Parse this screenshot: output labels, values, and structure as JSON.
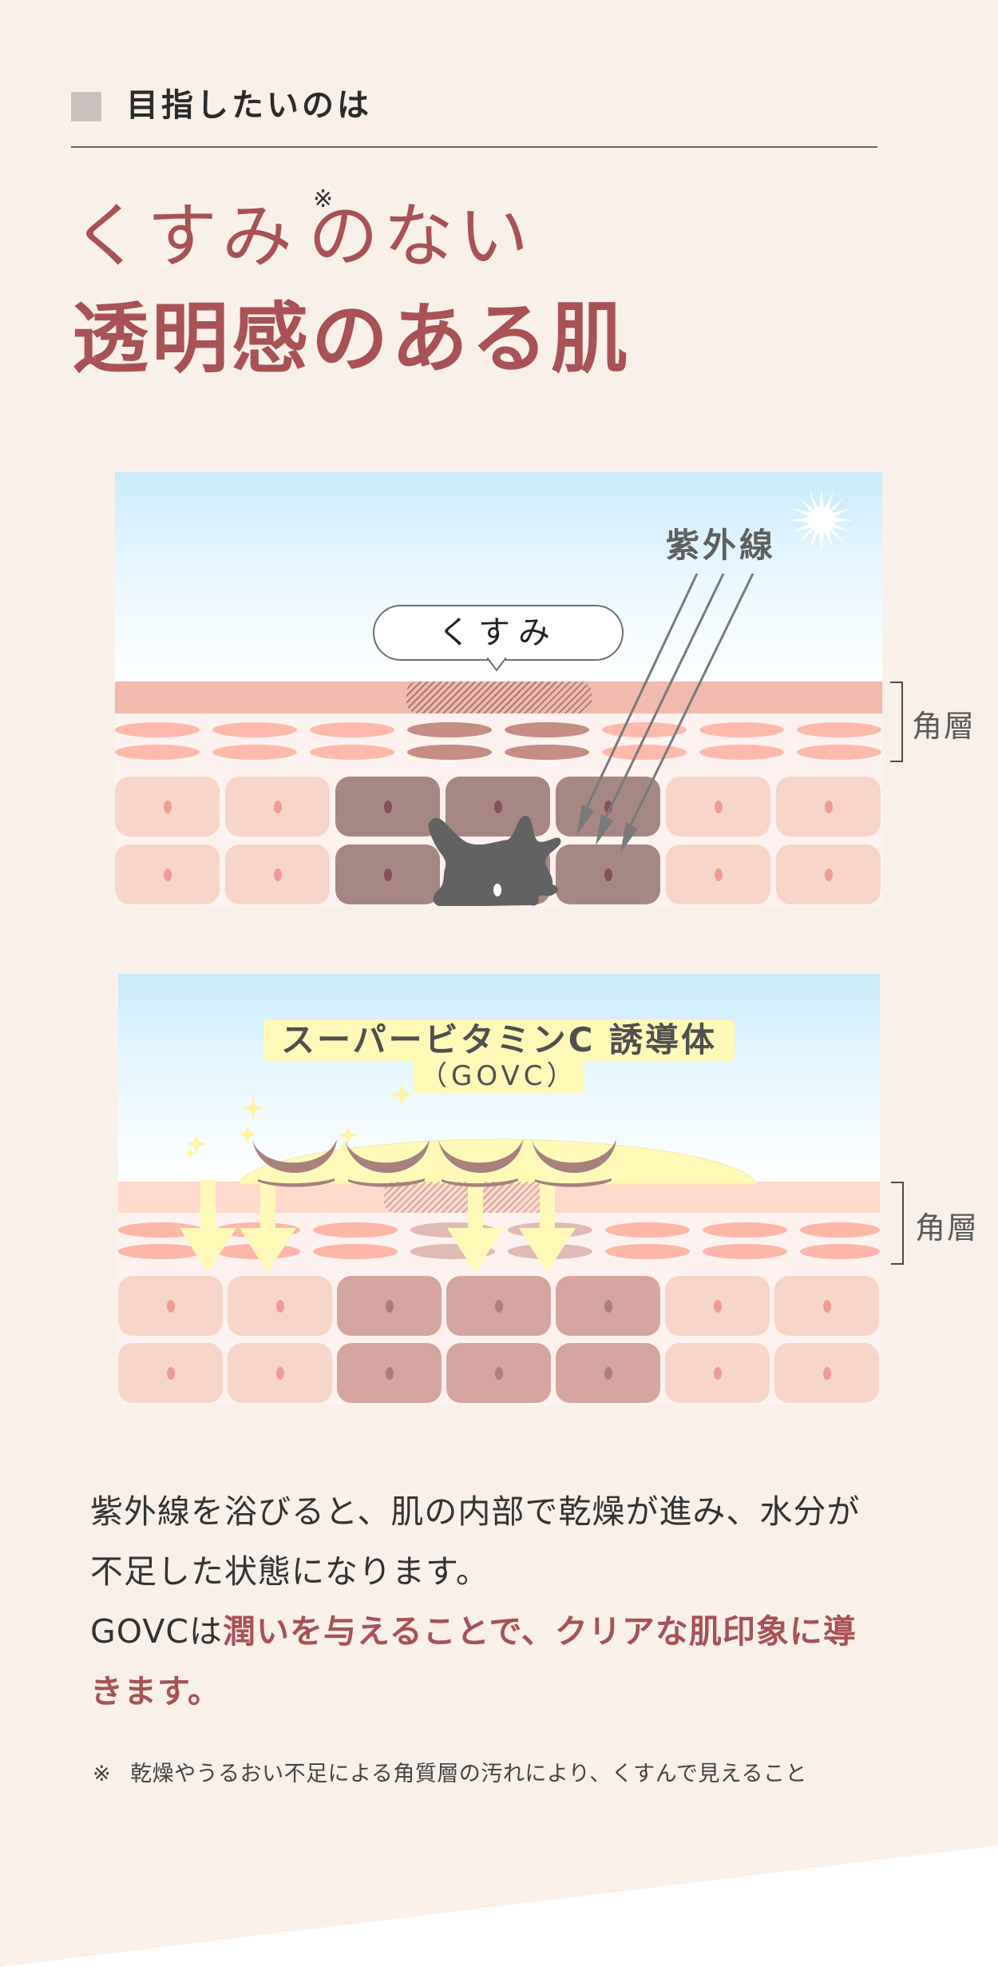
{
  "section": {
    "label": "目指したいのは"
  },
  "headline": {
    "line1_part1": "くすみ",
    "line1_note": "※",
    "line1_part2": "のない",
    "line2": "透明感のある肌"
  },
  "diagram_before": {
    "uv_label": "紫外線",
    "bubble_label": "くすみ",
    "layer_label": "角層",
    "icons": [
      "sun-icon",
      "uv-arrow-icon",
      "melanocyte-icon"
    ]
  },
  "diagram_after": {
    "title": "スーパービタミンC 誘導体",
    "subtitle": "（GOVC）",
    "layer_label": "角層",
    "icons": [
      "sparkle-icon",
      "moisture-arrow-icon",
      "lift-crescent-icon"
    ]
  },
  "body": {
    "line1": "紫外線を浴びると、肌の内部で乾燥が進み、水分が",
    "line2": "不足した状態になります。",
    "line3_prefix": "GOVCは",
    "line3_emphasis": "潤いを与えることで、クリアな肌印象に導",
    "line4_emphasis": "きます。"
  },
  "footnote": {
    "mark": "※",
    "text": "乾燥やうるおい不足による角質層の汚れにより、くすんで見えること"
  },
  "colors": {
    "background": "#F9F0EA",
    "accent": "#A85255",
    "text": "#333333",
    "square": "#C9C1BD",
    "highlight": "#FFF9B8"
  }
}
